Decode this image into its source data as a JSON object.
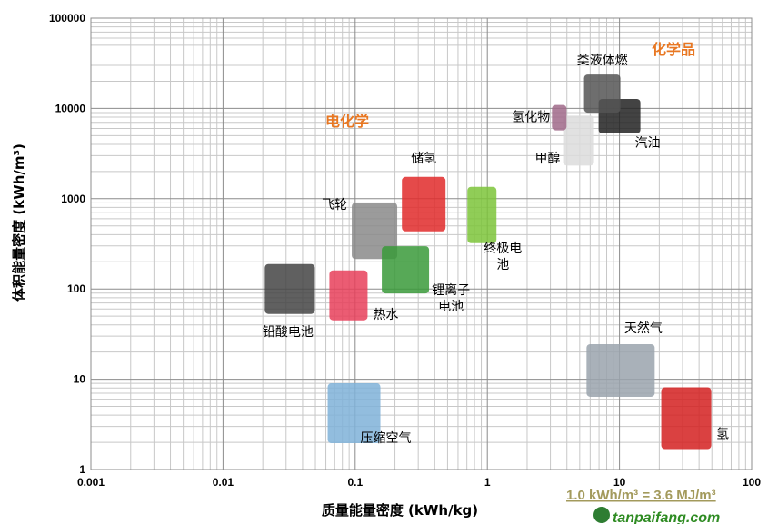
{
  "chart_data": {
    "type": "scatter",
    "xlabel": "质量能量密度 (kWh/kg)",
    "ylabel": "体积能量密度 (kWh/m³)",
    "x_scale": "log",
    "y_scale": "log",
    "xlim": [
      0.001,
      100
    ],
    "ylim": [
      1,
      100000
    ],
    "x_ticks": [
      "0.001",
      "0.01",
      "0.1",
      "1",
      "10",
      "100"
    ],
    "y_ticks": [
      "1",
      "10",
      "100",
      "1000",
      "10000",
      "100000"
    ],
    "grid": true,
    "regions": [
      {
        "label": "电化学",
        "color": "#e87722"
      },
      {
        "label": "化学品",
        "color": "#e87722"
      }
    ],
    "points": [
      {
        "label": "铅酸电池",
        "x": 0.032,
        "y": 100,
        "color": "#444444"
      },
      {
        "label": "热水",
        "x": 0.089,
        "y": 85,
        "color": "#e8405a"
      },
      {
        "label": "飞轮",
        "x": 0.14,
        "y": 440,
        "color": "#8a8a8a"
      },
      {
        "label": "储氢",
        "x": 0.33,
        "y": 870,
        "color": "#e02a2a"
      },
      {
        "label": "锂离子电池",
        "x": 0.24,
        "y": 163,
        "color": "#3a9a3a"
      },
      {
        "label": "终极电池",
        "x": 0.91,
        "y": 660,
        "color": "#7cc43a"
      },
      {
        "label": "压缩空气",
        "x": 0.098,
        "y": 4.2,
        "color": "#7fb1d8"
      },
      {
        "label": "天然气",
        "x": 10.2,
        "y": 12.5,
        "color": "#9aa3ad"
      },
      {
        "label": "氢",
        "x": 32,
        "y": 3.7,
        "color": "#d42020"
      },
      {
        "label": "甲醇",
        "x": 4.9,
        "y": 4400,
        "color": "#dcdcdc"
      },
      {
        "label": "氢化物",
        "x": 3.5,
        "y": 7900,
        "color": "#a06a8a"
      },
      {
        "label": "汽油",
        "x": 10,
        "y": 8200,
        "color": "#222222"
      },
      {
        "label": "类液体燃",
        "x": 7.4,
        "y": 14600,
        "color": "#555555"
      }
    ],
    "annotation": "1.0 kWh/m³ = 3.6 MJ/m³"
  },
  "watermark": "tanpaifang.com"
}
